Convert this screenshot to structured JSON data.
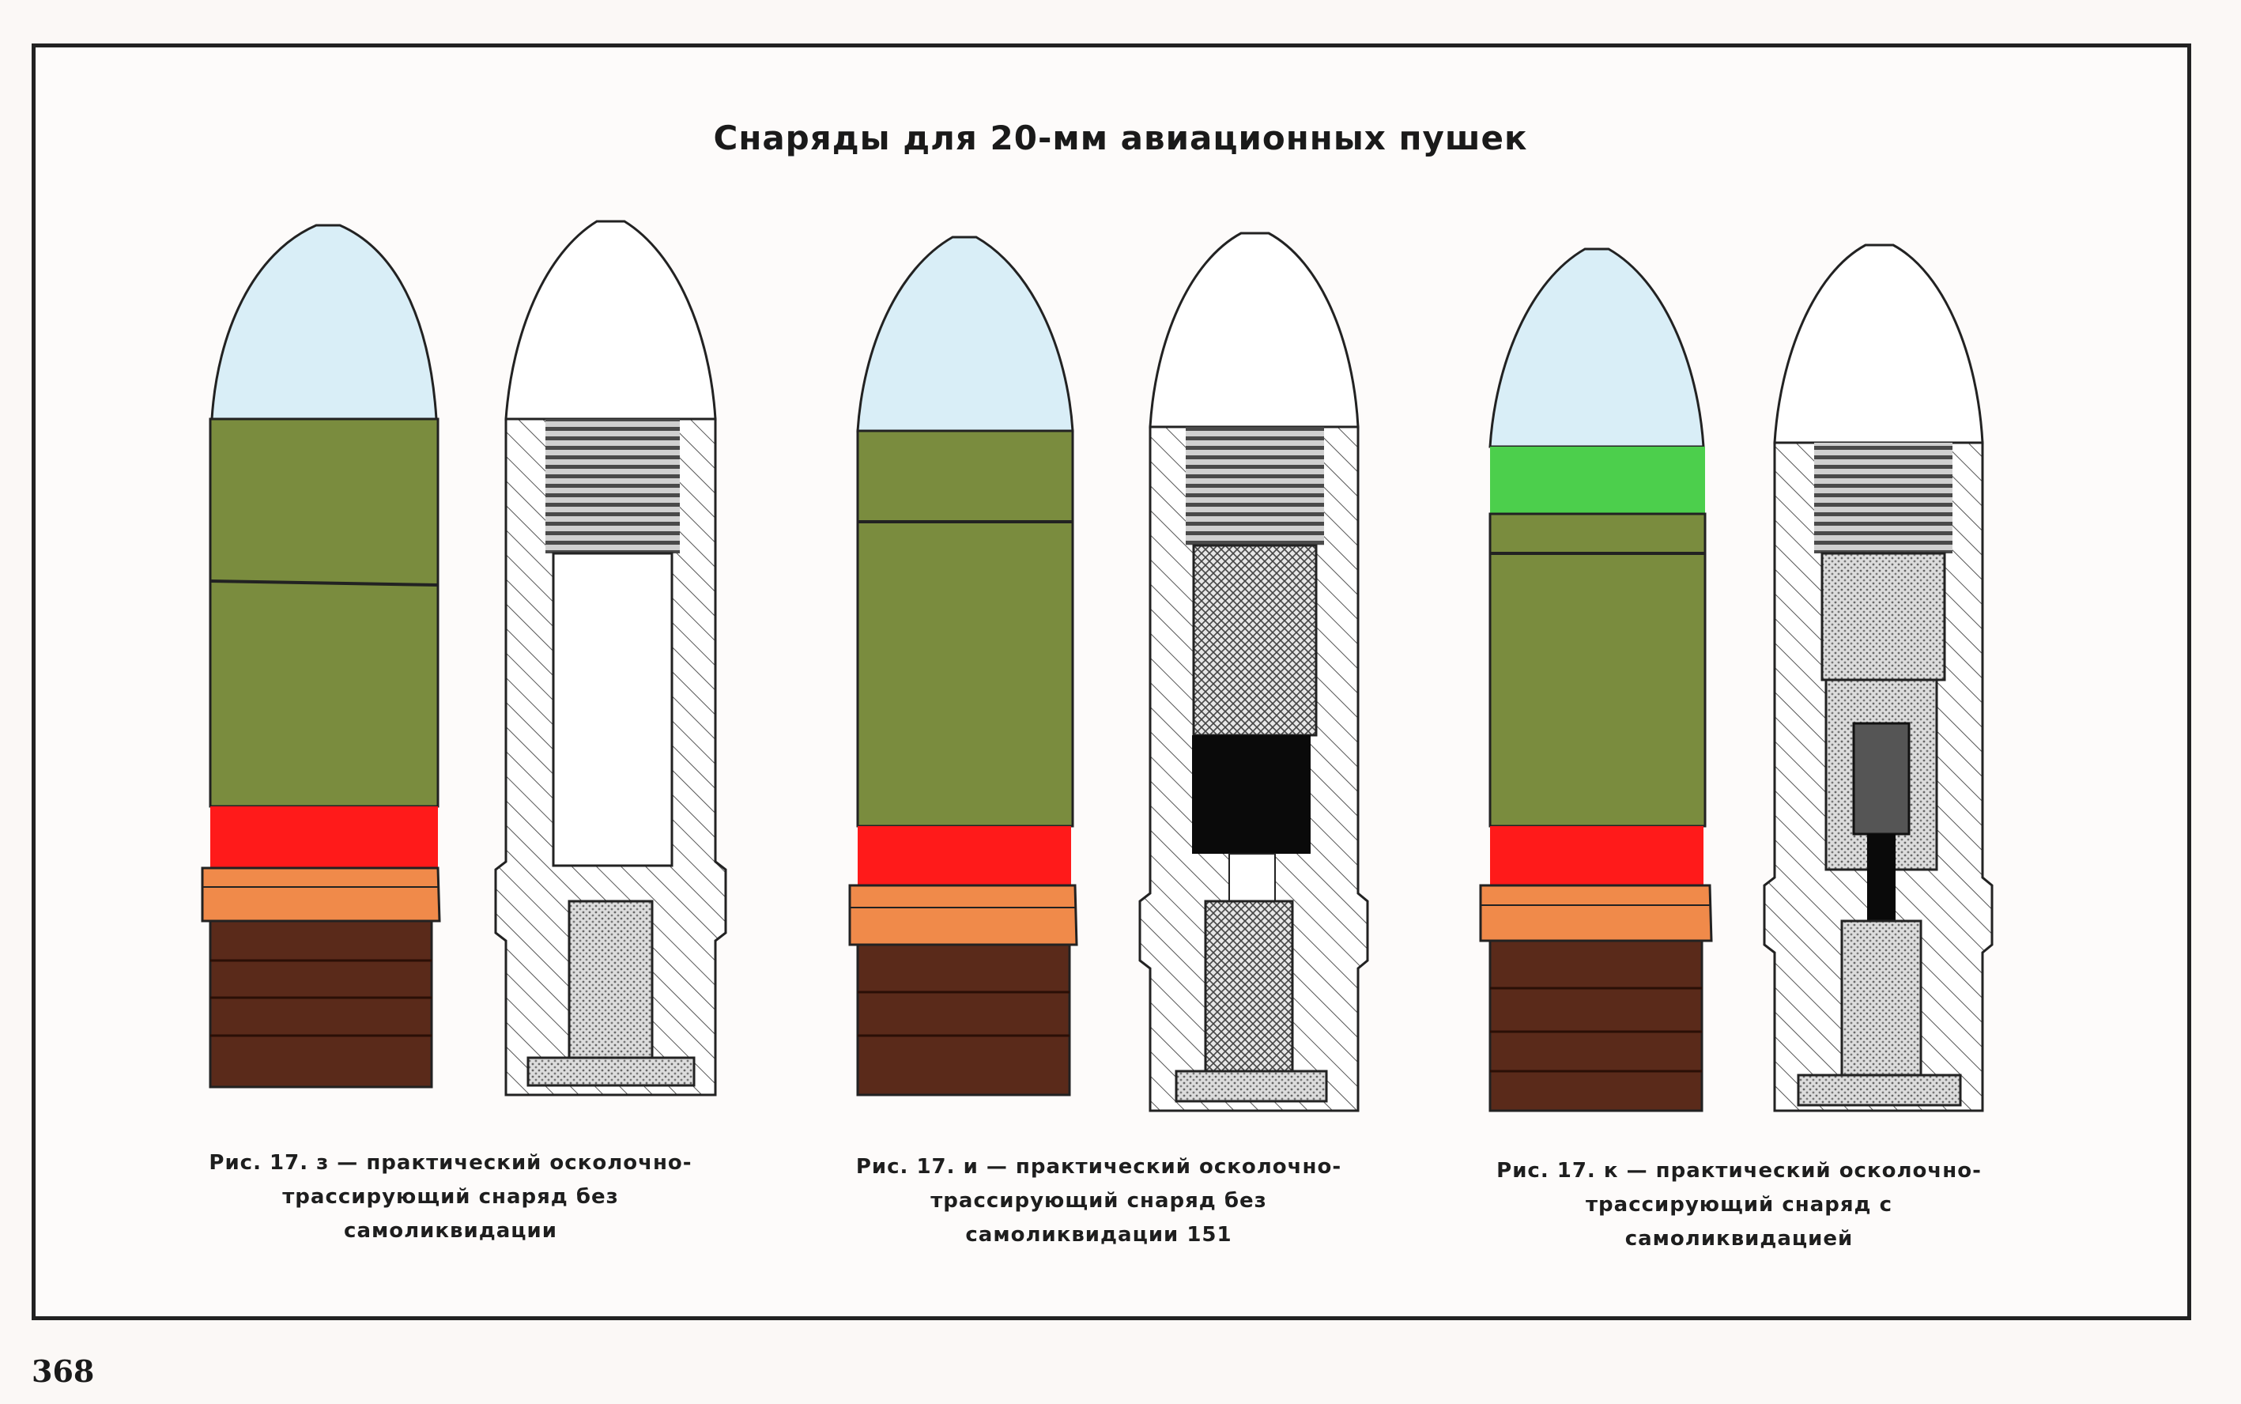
{
  "plate": {
    "title": "Снаряды для 20-мм авиационных пушек"
  },
  "figures": [
    {
      "caption": "Рис. 17. з — практический осколочно-трассирующий снаряд без самоликвидации",
      "body_color": "#7a8c3e",
      "band_color": "#ff1a1a"
    },
    {
      "caption": "Рис. 17. и — практический осколочно-трассирующий снаряд без самоликвидации 151",
      "body_color": "#7a8c3e",
      "band_color": "#ff1a1a"
    },
    {
      "caption": "Рис. 17. к — практический осколочно-трассирующий снаряд с самоликвидацией",
      "body_color": "#7a8c3e",
      "band_color": "#ff1a1a",
      "nose_band_color": "#4ccf4c"
    }
  ],
  "colors": {
    "nose": "#d9eef7",
    "driving_band": "#f08a4a",
    "base": "#5a2a1a",
    "hatch": "#444444"
  },
  "page": {
    "number": "368"
  }
}
